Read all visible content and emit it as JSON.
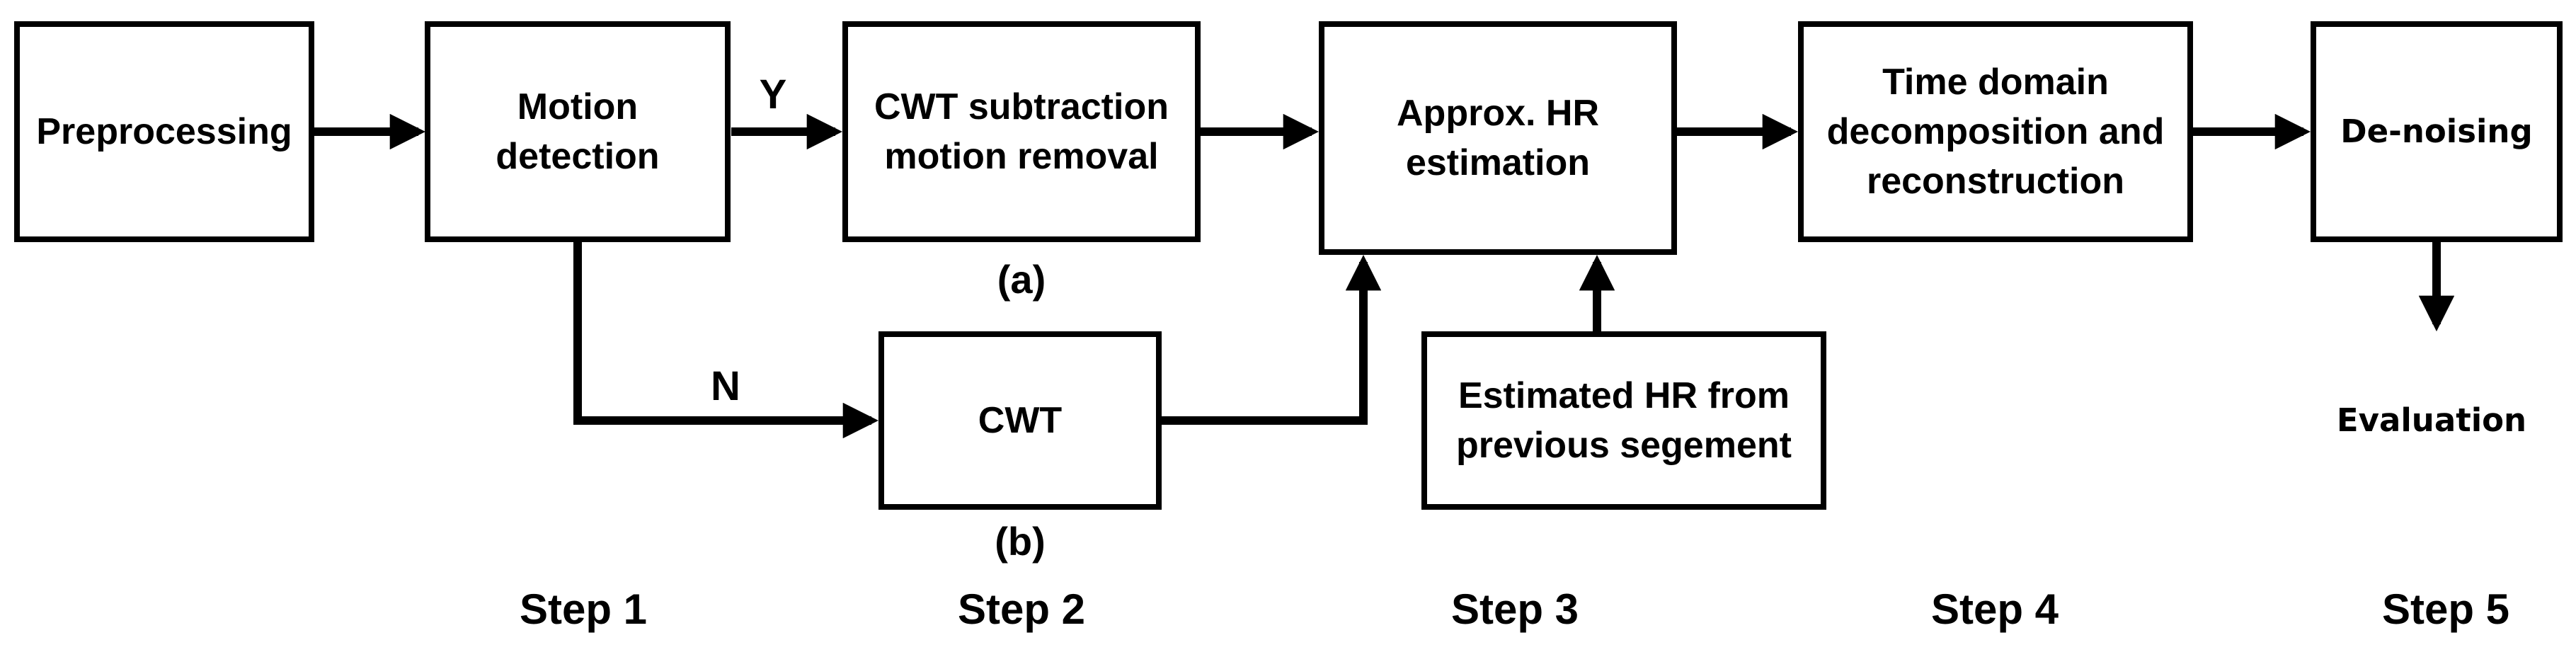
{
  "figure": {
    "type": "flowchart",
    "background": "#ffffff",
    "line_color": "#000000",
    "nodes": {
      "preprocessing": {
        "label": "Preprocessing",
        "border": "solid"
      },
      "motion_detection": {
        "label": "Motion\ndetection",
        "border": "solid"
      },
      "cwt_subtraction": {
        "label": "CWT subtraction\nmotion removal",
        "border": "solid"
      },
      "cwt": {
        "label": "CWT",
        "border": "solid"
      },
      "approx_hr": {
        "label": "Approx. HR\nestimation",
        "border": "solid"
      },
      "estimated_hr": {
        "label": "Estimated HR from\nprevious segement",
        "border": "solid"
      },
      "time_domain": {
        "label": "Time domain\ndecomposition and\nreconstruction",
        "border": "solid"
      },
      "de_noising": {
        "label": "De-noising",
        "border": "solid"
      },
      "evaluation": {
        "label": "Evaluation",
        "border": "dashed"
      }
    },
    "edge_labels": {
      "yes": "Y",
      "no": "N"
    },
    "sub_labels": {
      "a": "(a)",
      "b": "(b)"
    },
    "steps": {
      "s1": "Step 1",
      "s2": "Step 2",
      "s3": "Step 3",
      "s4": "Step 4",
      "s5": "Step 5"
    },
    "edges": [
      {
        "from": "preprocessing",
        "to": "motion_detection",
        "label": ""
      },
      {
        "from": "motion_detection",
        "to": "cwt_subtraction",
        "label": "Y"
      },
      {
        "from": "motion_detection",
        "to": "cwt",
        "label": "N"
      },
      {
        "from": "cwt_subtraction",
        "to": "approx_hr",
        "label": ""
      },
      {
        "from": "cwt",
        "to": "approx_hr",
        "label": ""
      },
      {
        "from": "estimated_hr",
        "to": "approx_hr",
        "label": ""
      },
      {
        "from": "approx_hr",
        "to": "time_domain",
        "label": ""
      },
      {
        "from": "time_domain",
        "to": "de_noising",
        "label": ""
      },
      {
        "from": "de_noising",
        "to": "evaluation",
        "label": ""
      }
    ]
  }
}
